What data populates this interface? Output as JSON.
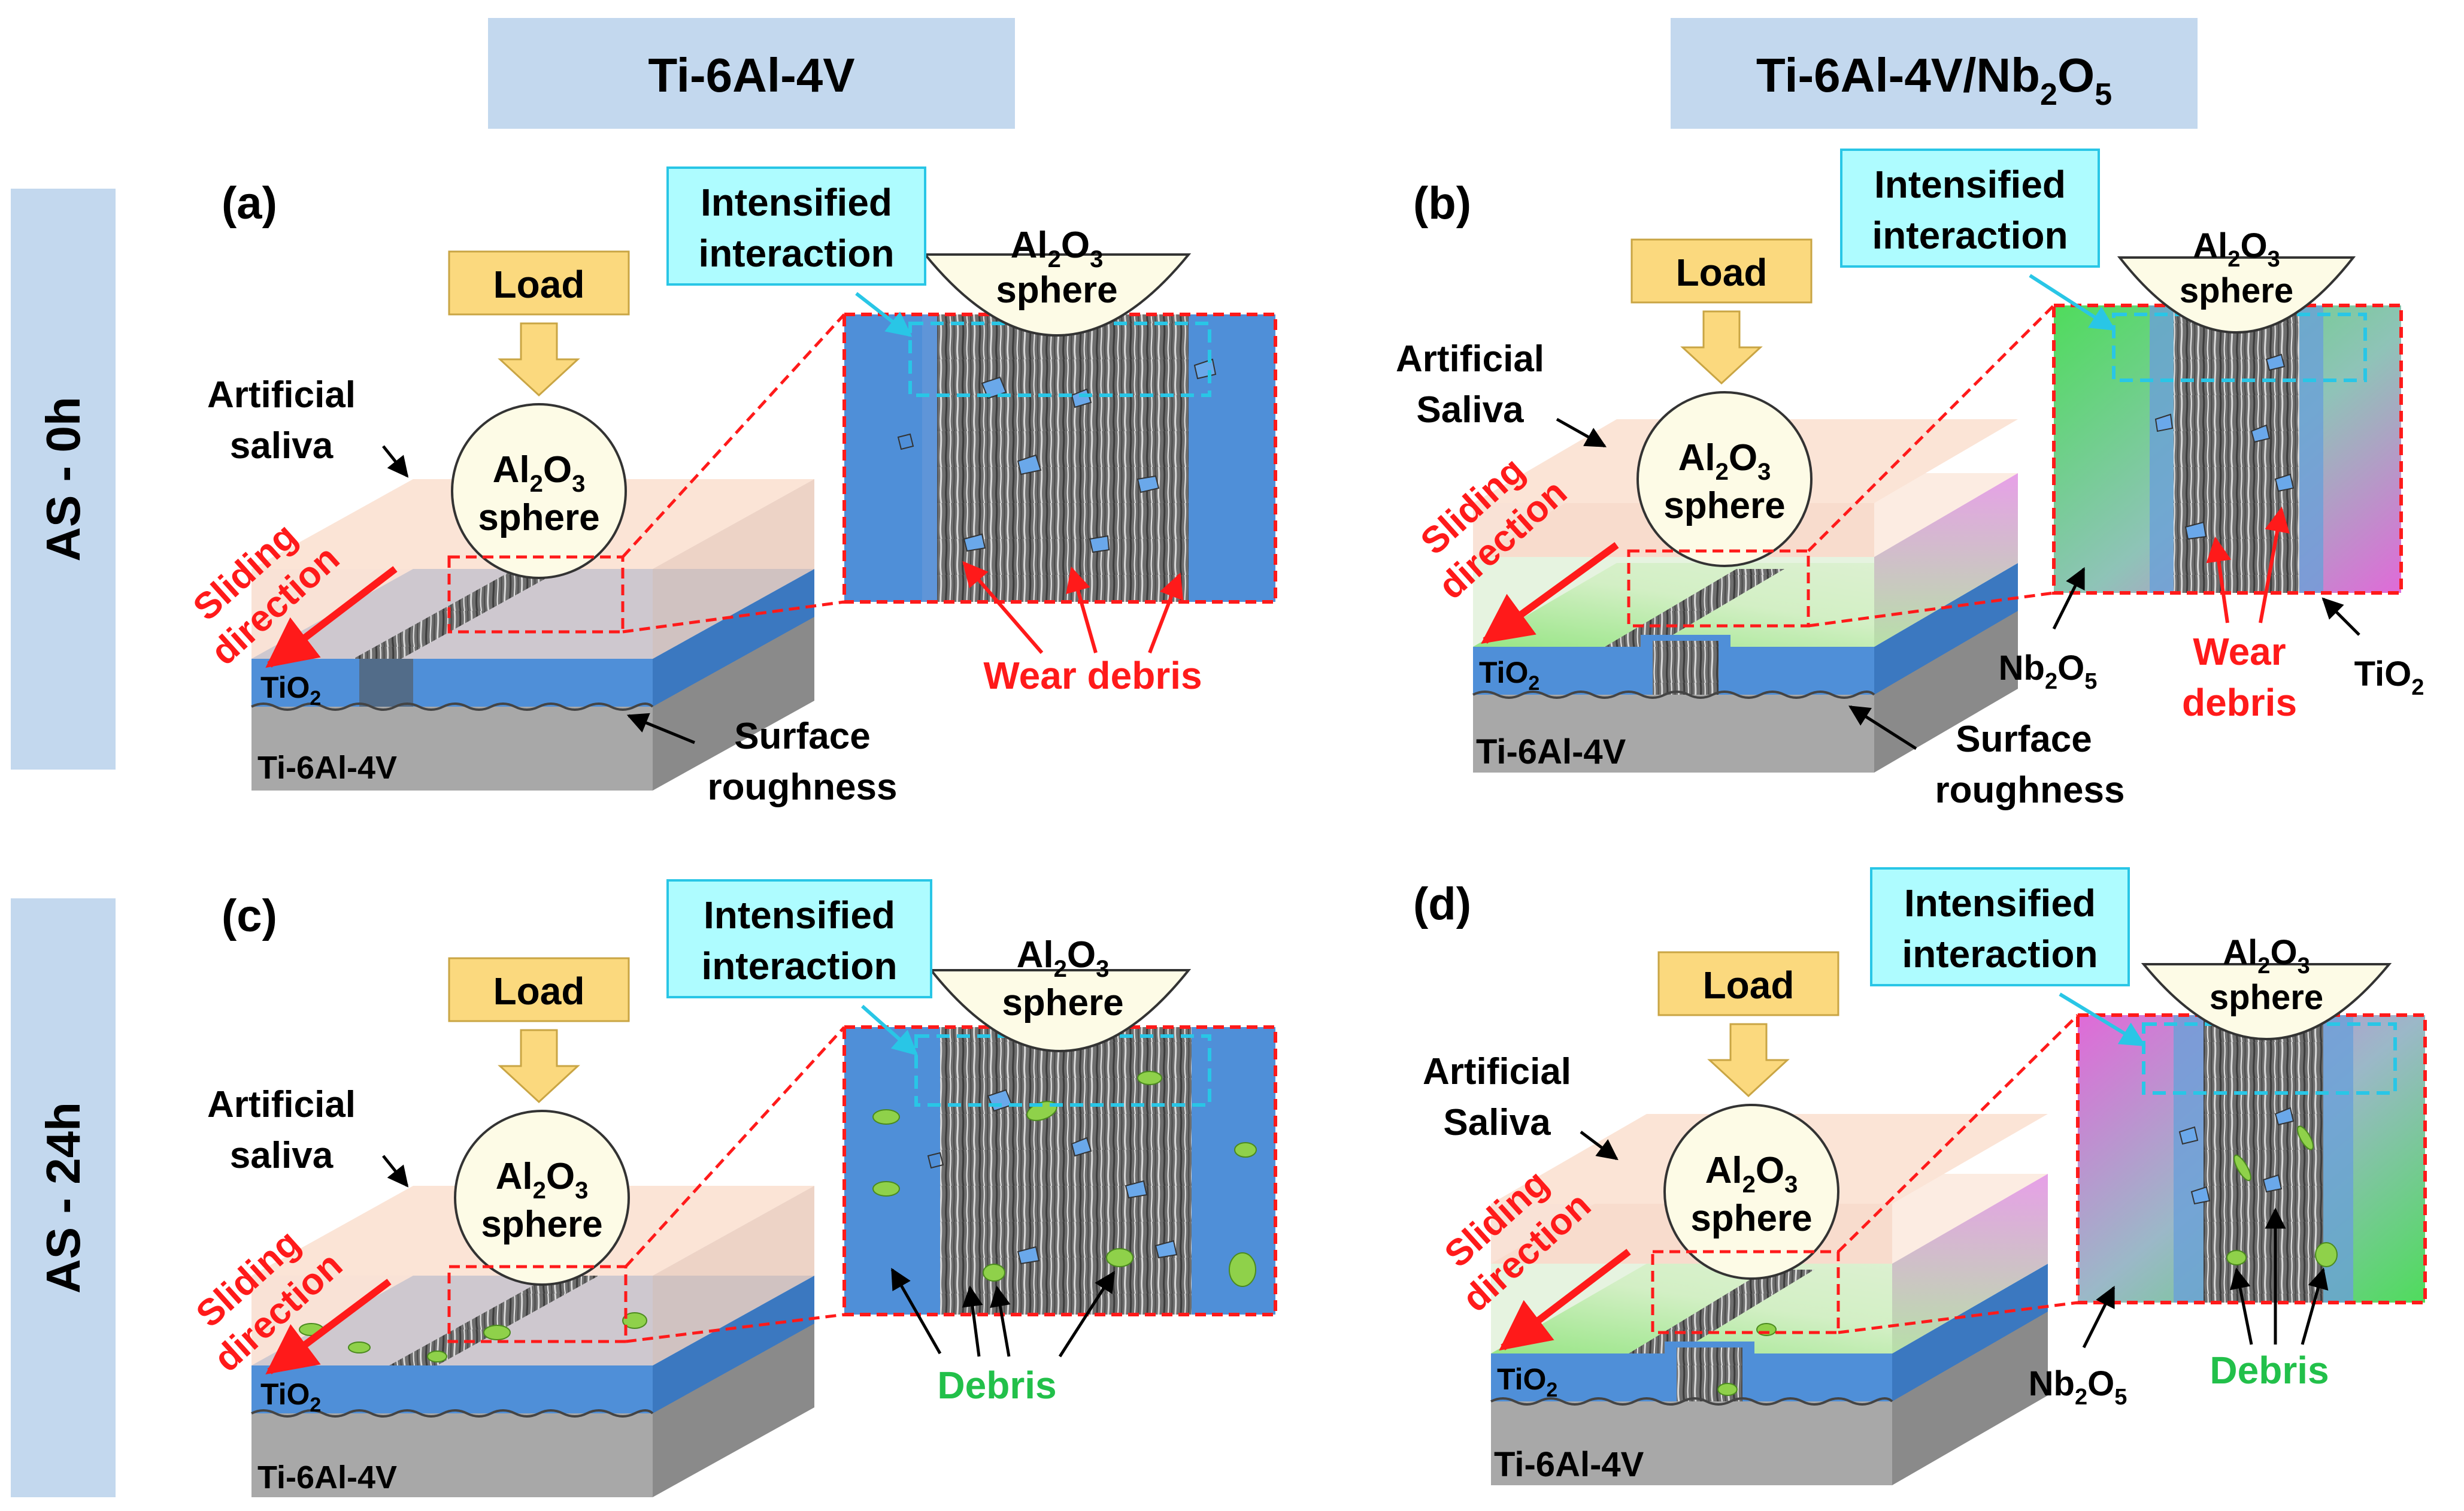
{
  "headers": {
    "col1": "Ti-6Al-4V",
    "col2_main": "Ti-6Al-4V/Nb",
    "col2_sub1": "2",
    "col2_o": "O",
    "col2_sub2": "5",
    "row1": "AS - 0h",
    "row2": "AS - 24h"
  },
  "panels": {
    "a": "(a)",
    "b": "(b)",
    "c": "(c)",
    "d": "(d)"
  },
  "labels": {
    "load": "Load",
    "intensified_1": "Intensified",
    "intensified_2": "interaction",
    "al": "Al",
    "sub2": "2",
    "o": "O",
    "sub3": "3",
    "sphere": "sphere",
    "artificial": "Artificial",
    "saliva_lower": "saliva",
    "saliva_upper": "Saliva",
    "sliding": "Sliding",
    "direction": "direction",
    "ti": "TiO",
    "ti_sub": "2",
    "substrate": "Ti-6Al-4V",
    "surface": "Surface",
    "roughness": "roughness",
    "wear_debris": "Wear debris",
    "wear": "Wear",
    "debris_lower": "debris",
    "debris": "Debris",
    "nb": "Nb",
    "nb_sub1": "2",
    "nb_o": "O",
    "nb_sub2": "5"
  },
  "colors": {
    "header_bg": "#c3d8ee",
    "load_box": "#fbd97e",
    "intensified_box": "#aefcff",
    "tio2_blue": "#4f8fd8",
    "saliva_pink": "#fbe4d6",
    "substrate_gray": "#a8a8a8",
    "red_label": "#ff1a1a",
    "green_label": "#22c04a",
    "sphere_fill": "#fdfbe6"
  }
}
